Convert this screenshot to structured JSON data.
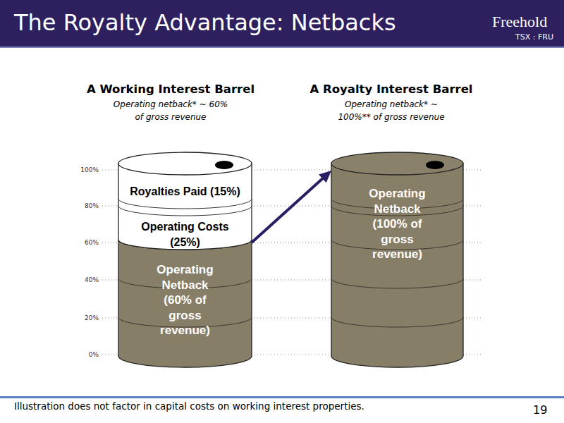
{
  "diagram": {
    "title": "The Royalty Advantage: Netbacks",
    "caption": "Illustration does not factor in capital costs on working interest properties.",
    "nodes": [
      {
        "text": [
          "A Working Interest Barrel",
          "Operating netback* ~ 60% of gross revenue"
        ]
      },
      {
        "text": [
          "Royalties Paid (15%)"
        ],
        "in": 0
      },
      {
        "text": [
          "Operating Costs (25%)"
        ],
        "in": 0
      },
      {
        "text": [
          "Operating Netback (60% of gross revenue)"
        ],
        "in": 0
      },
      {
        "text": [
          "A Royalty Interest Barrel",
          "Operating netback* ~ 100%** of gross revenue"
        ]
      },
      {
        "text": [
          "Operating Netback (100% of gross revenue)"
        ],
        "in": 4
      }
    ],
    "edges": [
      {
        "from": 2,
        "to": 5,
        "arrow": "to"
      }
    ],
    "labels": [
      "Freehold",
      "TSX : FRU",
      "100%",
      "80%",
      "60%",
      "40%",
      "20%",
      "0%",
      "19"
    ]
  }
}
